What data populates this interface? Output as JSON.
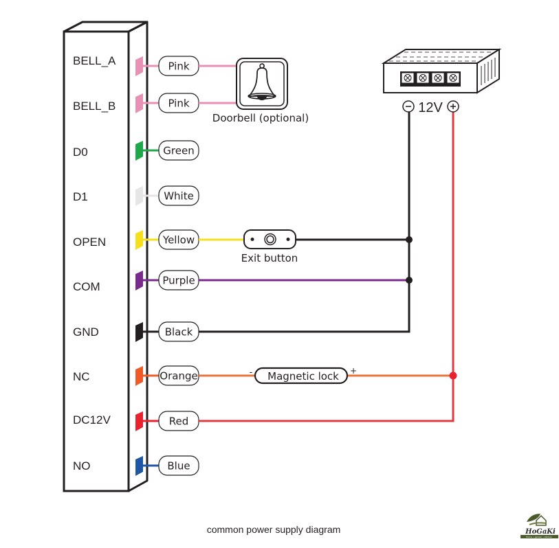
{
  "diagram": {
    "caption": "common power supply diagram",
    "controller": {
      "pins": [
        {
          "label": "BELL_A",
          "wire": "Pink",
          "color": "#e891b4"
        },
        {
          "label": "BELL_B",
          "wire": "Pink",
          "color": "#e891b4"
        },
        {
          "label": "D0",
          "wire": "Green",
          "color": "#1fa849"
        },
        {
          "label": "D1",
          "wire": "White",
          "color": "#e6e6e6"
        },
        {
          "label": "OPEN",
          "wire": "Yellow",
          "color": "#f6e01c"
        },
        {
          "label": "COM",
          "wire": "Purple",
          "color": "#7a2c8c"
        },
        {
          "label": "GND",
          "wire": "Black",
          "color": "#231f20"
        },
        {
          "label": "NC",
          "wire": "Orange",
          "color": "#ef5a28"
        },
        {
          "label": "DC12V",
          "wire": "Red",
          "color": "#e8222e"
        },
        {
          "label": "NO",
          "wire": "Blue",
          "color": "#1f56a6"
        }
      ]
    },
    "doorbell": {
      "label": "Doorbell (optional)"
    },
    "exit_button": {
      "label": "Exit button"
    },
    "magnetic_lock": {
      "label": "Magnetic lock",
      "minus": "-",
      "plus": "+"
    },
    "power_supply": {
      "label": "12V",
      "minus": "−",
      "plus": "+",
      "terminals": 4
    },
    "wire_colors": {
      "red_supply": "#dd3b3f",
      "black_supply": "#231f20",
      "orange_run": "#e8743b"
    },
    "logo": {
      "name": "HoGaKi",
      "tagline": "Home • garden • kitchen"
    }
  }
}
